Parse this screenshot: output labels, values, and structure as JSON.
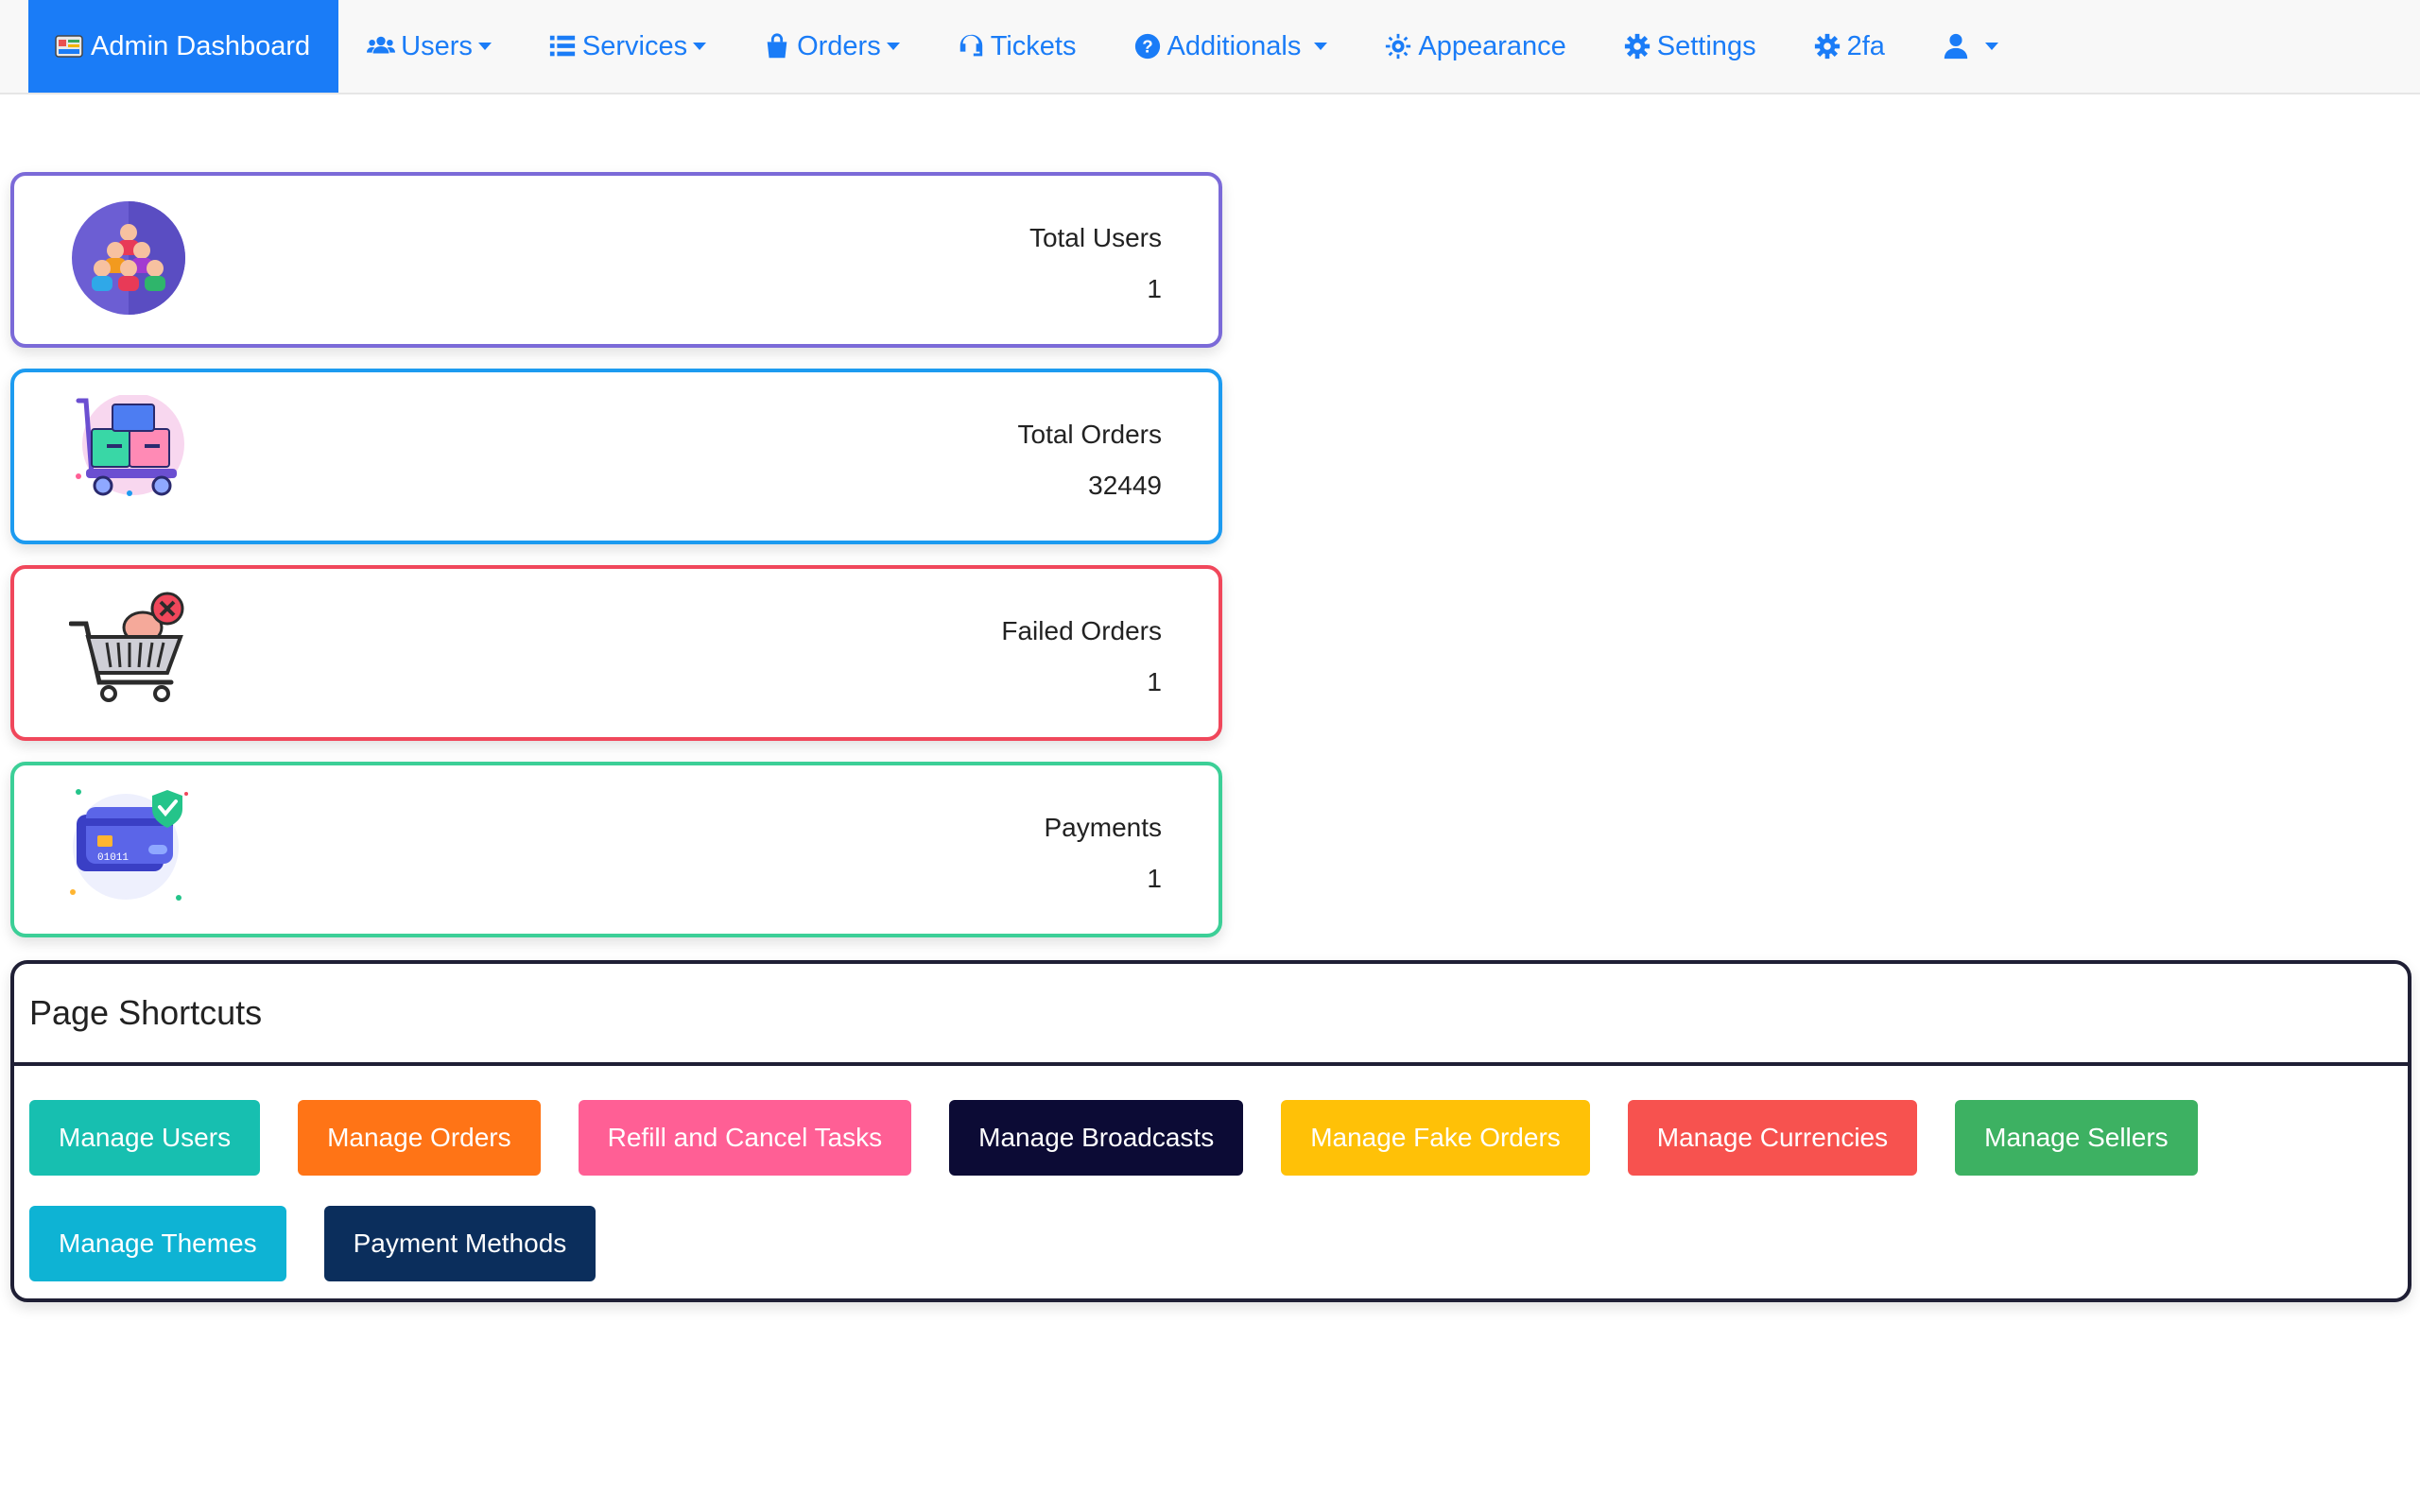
{
  "nav": {
    "brand": "Admin Dashboard",
    "items": [
      {
        "label": "Users",
        "icon": "users-icon",
        "dropdown": true
      },
      {
        "label": "Services",
        "icon": "list-icon",
        "dropdown": true
      },
      {
        "label": "Orders",
        "icon": "shopping-bag-icon",
        "dropdown": true
      },
      {
        "label": "Tickets",
        "icon": "headset-icon",
        "dropdown": false
      },
      {
        "label": "Additionals",
        "icon": "question-circle-icon",
        "dropdown": true
      },
      {
        "label": "Appearance",
        "icon": "sun-gear-icon",
        "dropdown": false
      },
      {
        "label": "Settings",
        "icon": "gear-icon",
        "dropdown": false
      },
      {
        "label": "2fa",
        "icon": "gear-icon",
        "dropdown": false
      },
      {
        "label": "",
        "icon": "user-icon",
        "dropdown": true
      }
    ]
  },
  "stats": {
    "total_users": {
      "label": "Total Users",
      "value": "1",
      "color": "#7b6ad8",
      "icon": "users-group-icon"
    },
    "total_orders": {
      "label": "Total Orders",
      "value": "32449",
      "color": "#1d9bf0",
      "icon": "delivery-cart-icon"
    },
    "failed_orders": {
      "label": "Failed Orders",
      "value": "1",
      "color": "#f0475b",
      "icon": "shopping-cart-failed-icon"
    },
    "payments": {
      "label": "Payments",
      "value": "1",
      "color": "#3ccf97",
      "icon": "credit-card-shield-icon"
    }
  },
  "shortcuts": {
    "title": "Page Shortcuts",
    "buttons": [
      {
        "label": "Manage Users",
        "color": "#17bfb0"
      },
      {
        "label": "Manage Orders",
        "color": "#ff7416"
      },
      {
        "label": "Refill and Cancel Tasks",
        "color": "#ff5f95"
      },
      {
        "label": "Manage Broadcasts",
        "color": "#0c0b35"
      },
      {
        "label": "Manage Fake Orders",
        "color": "#ffc107"
      },
      {
        "label": "Manage Currencies",
        "color": "#f7524f"
      },
      {
        "label": "Manage Sellers",
        "color": "#3db162"
      },
      {
        "label": "Manage Themes",
        "color": "#0eb3d4"
      },
      {
        "label": "Payment Methods",
        "color": "#0b2e5c"
      }
    ]
  }
}
